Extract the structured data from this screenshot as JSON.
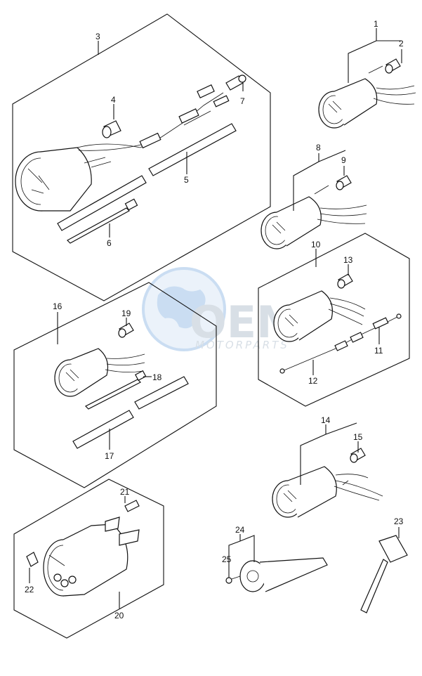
{
  "watermark": {
    "brand": "OEM",
    "tagline": "MOTORPARTS",
    "colors": {
      "globe": "#9fc3e8",
      "text": "#b9c6d2"
    }
  },
  "callouts": {
    "c1": "1",
    "c2": "2",
    "c3": "3",
    "c4": "4",
    "c5": "5",
    "c6": "6",
    "c7": "7",
    "c8": "8",
    "c9": "9",
    "c10": "10",
    "c11": "11",
    "c12": "12",
    "c13": "13",
    "c14": "14",
    "c15": "15",
    "c16": "16",
    "c17": "17",
    "c18": "18",
    "c19": "19",
    "c20": "20",
    "c21": "21",
    "c22": "22",
    "c23": "23",
    "c24": "24",
    "c25": "25"
  }
}
